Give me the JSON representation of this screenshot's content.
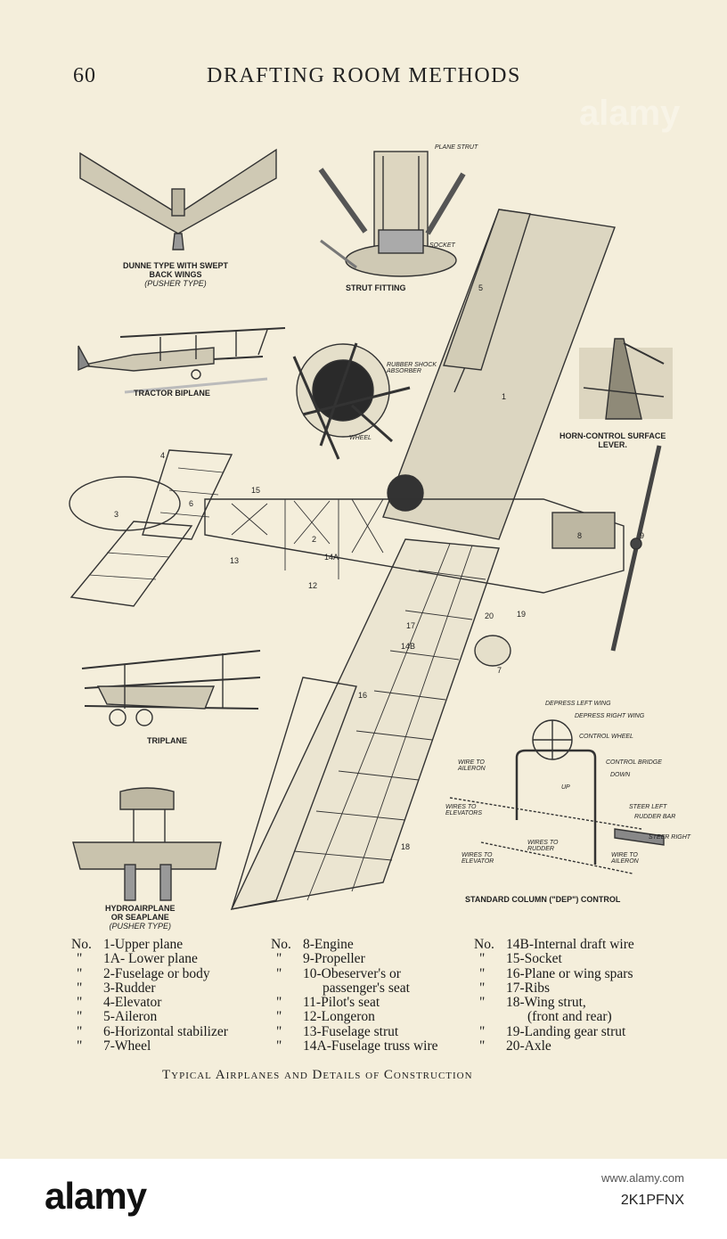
{
  "header": {
    "page_number": "60",
    "title": "DRAFTING ROOM METHODS"
  },
  "figures": {
    "dunne": {
      "line1": "DUNNE TYPE WITH SWEPT",
      "line2": "BACK WINGS",
      "line3": "(PUSHER TYPE)"
    },
    "strut_fitting": {
      "caption": "STRUT FITTING",
      "plane_strut": "PLANE STRUT",
      "socket": "SOCKET"
    },
    "tractor": {
      "caption": "TRACTOR BIPLANE"
    },
    "wheel": {
      "rubber": "RUBBER SHOCK ABSORBER",
      "wheel": "WHEEL"
    },
    "horn": {
      "line1": "HORN-CONTROL SURFACE",
      "line2": "LEVER."
    },
    "triplane": {
      "caption": "TRIPLANE"
    },
    "hydro": {
      "line1": "HYDROAIRPLANE",
      "line2": "OR SEAPLANE",
      "line3": "(PUSHER TYPE)"
    },
    "control": {
      "caption": "STANDARD COLUMN (\"DEP\") CONTROL",
      "depress_left": "DEPRESS LEFT WING",
      "depress_right": "DEPRESS RIGHT WING",
      "control_wheel": "CONTROL WHEEL",
      "control_bridge": "CONTROL BRIDGE",
      "down": "DOWN",
      "up": "UP",
      "wire_aileron": "WIRE TO AILERON",
      "wires_elevators": "WIRES TO ELEVATORS",
      "wires_rudder": "WIRES TO RUDDER",
      "wires_elevator": "WIRES TO ELEVATOR",
      "wire_to_aileron2": "WIRE TO AILERON",
      "steer_left": "STEER LEFT",
      "rudder_bar": "RUDDER BAR",
      "steer_right": "STEER RIGHT"
    }
  },
  "part_numbers": [
    "1",
    "2",
    "3",
    "4",
    "5",
    "6",
    "7",
    "8",
    "9",
    "12",
    "13",
    "14A",
    "14B",
    "15",
    "16",
    "17",
    "18",
    "19",
    "20"
  ],
  "legend": {
    "col1": [
      {
        "prefix": "No.",
        "text": "1-Upper plane"
      },
      {
        "prefix": "\"",
        "text": "1A- Lower plane"
      },
      {
        "prefix": "\"",
        "text": "2-Fuselage or body"
      },
      {
        "prefix": "\"",
        "text": "3-Rudder"
      },
      {
        "prefix": "\"",
        "text": "4-Elevator"
      },
      {
        "prefix": "\"",
        "text": "5-Aileron"
      },
      {
        "prefix": "\"",
        "text": "6-Horizontal stabilizer"
      },
      {
        "prefix": "\"",
        "text": "7-Wheel"
      }
    ],
    "col2": [
      {
        "prefix": "No.",
        "text": "8-Engine"
      },
      {
        "prefix": "\"",
        "text": "9-Propeller"
      },
      {
        "prefix": "\"",
        "text": "10-Obeserver's or"
      },
      {
        "prefix": "",
        "text": "passenger's seat"
      },
      {
        "prefix": "\"",
        "text": "11-Pilot's seat"
      },
      {
        "prefix": "\"",
        "text": "12-Longeron"
      },
      {
        "prefix": "\"",
        "text": "13-Fuselage strut"
      },
      {
        "prefix": "\"",
        "text": "14A-Fuselage truss wire"
      }
    ],
    "col3": [
      {
        "prefix": "No.",
        "text": "14B-Internal draft wire"
      },
      {
        "prefix": "\"",
        "text": "15-Socket"
      },
      {
        "prefix": "\"",
        "text": "16-Plane or wing spars"
      },
      {
        "prefix": "\"",
        "text": "17-Ribs"
      },
      {
        "prefix": "\"",
        "text": "18-Wing strut,"
      },
      {
        "prefix": "",
        "text": "(front and rear)"
      },
      {
        "prefix": "\"",
        "text": "19-Landing gear strut"
      },
      {
        "prefix": "\"",
        "text": "20-Axle"
      }
    ]
  },
  "caption": "Typical Airplanes and Details of Construction",
  "watermark": "alamy",
  "footer": {
    "logo": "alamy",
    "image_id": "2K1PFNX",
    "site": "www.alamy.com"
  },
  "colors": {
    "paper": "#f4eedb",
    "ink": "#222222",
    "footer": "#ffffff"
  }
}
